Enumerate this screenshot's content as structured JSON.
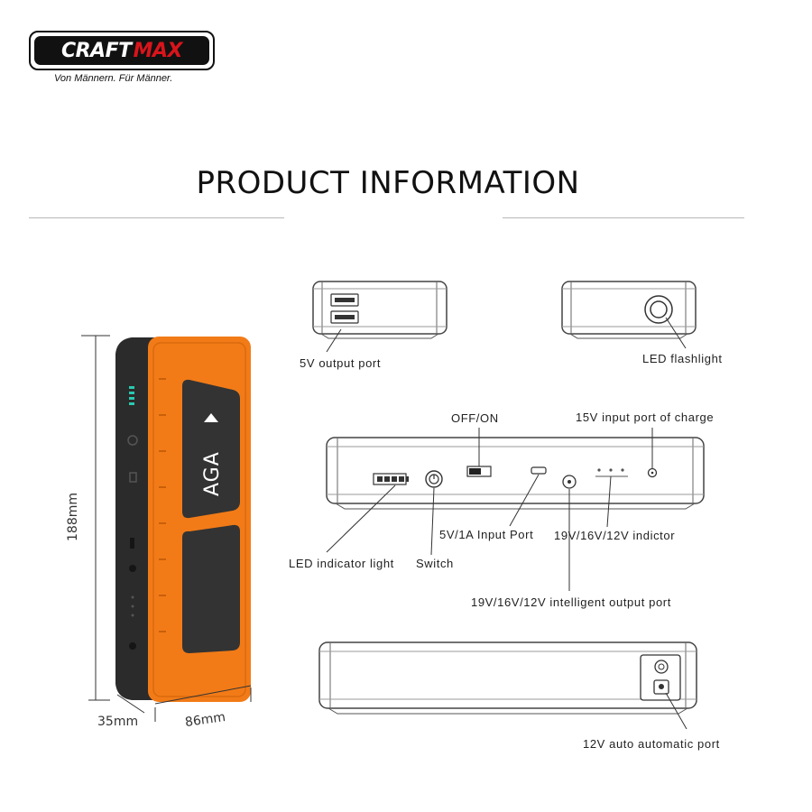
{
  "logo": {
    "brand_left": "CRAFT",
    "brand_right": "MAX",
    "slogan": "Von Männern. Für Männer."
  },
  "heading": "PRODUCT INFORMATION",
  "product": {
    "brand_mark": "AGA"
  },
  "dimensions": {
    "height": "188mm",
    "depth": "35mm",
    "width": "86mm"
  },
  "labels": {
    "usb_output": "5V output port",
    "flashlight": "LED flashlight",
    "off_on": "OFF/ON",
    "input_charge": "15V input port of charge",
    "led_indicator": "LED indicator light",
    "switch": "Switch",
    "usb_input": "5V/1A Input Port",
    "voltage_indicator": "19V/16V/12V indictor",
    "intelligent_output": "19V/16V/12V intelligent output port",
    "auto_port": "12V auto automatic port"
  },
  "colors": {
    "case_orange": "#f27b17",
    "case_dark": "#2a2a2a",
    "indicator_green": "#29c9b0",
    "logo_red": "#d9141b"
  }
}
